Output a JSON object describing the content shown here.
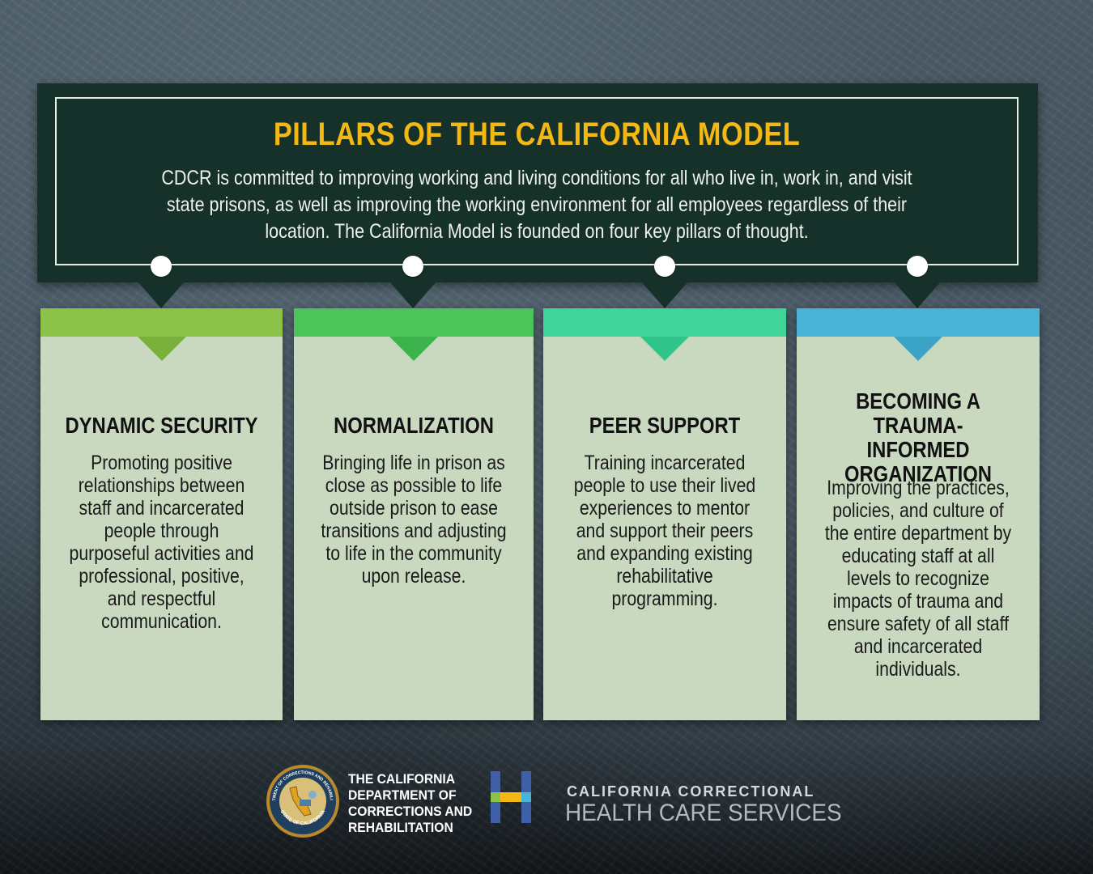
{
  "header": {
    "title": "PILLARS OF THE CALIFORNIA MODEL",
    "intro": "CDCR is committed to improving working and living conditions for all who live in, work in, and visit state prisons, as well as improving the working environment for all employees regardless of their location. The California Model is founded on four key pillars of thought."
  },
  "pillars": [
    {
      "title": "DYNAMIC SECURITY",
      "text": "Promoting positive relationships between staff and incarcerated people through purposeful activities and professional, positive, and respectful communication.",
      "bar_color": "#8cc14a",
      "notch_color": "#7ab13c"
    },
    {
      "title": "NORMALIZATION",
      "text": "Bringing life in prison as close as possible to life outside prison to ease transitions and adjusting to life in the community upon release.",
      "bar_color": "#4dc45a",
      "notch_color": "#3cb34c"
    },
    {
      "title": "PEER SUPPORT",
      "text": "Training incarcerated people to use their lived experiences to mentor and support their peers and expanding existing rehabilitative programming.",
      "bar_color": "#3fd49a",
      "notch_color": "#2fc48a"
    },
    {
      "title": "BECOMING A TRAUMA-INFORMED ORGANIZATION",
      "text": "Improving the practices, policies, and culture of the entire department by educating staff at all levels to recognize impacts of trauma and ensure safety of all staff and incarcerated individuals.",
      "bar_color": "#4ab3d6",
      "notch_color": "#3aa3c6"
    }
  ],
  "footer": {
    "cdcr_name": "THE CALIFORNIA DEPARTMENT OF CORRECTIONS AND REHABILITATION",
    "seal_text_top": "DEPARTMENT OF CORRECTIONS AND REHABILITATION",
    "seal_text_bottom": "STATE OF CALIFORNIA",
    "cchcs_line1": "CALIFORNIA CORRECTIONAL",
    "cchcs_line2": "HEALTH CARE SERVICES"
  },
  "colors": {
    "panel": "#16302a",
    "title": "#f3b814",
    "card": "#c9d9bf"
  }
}
